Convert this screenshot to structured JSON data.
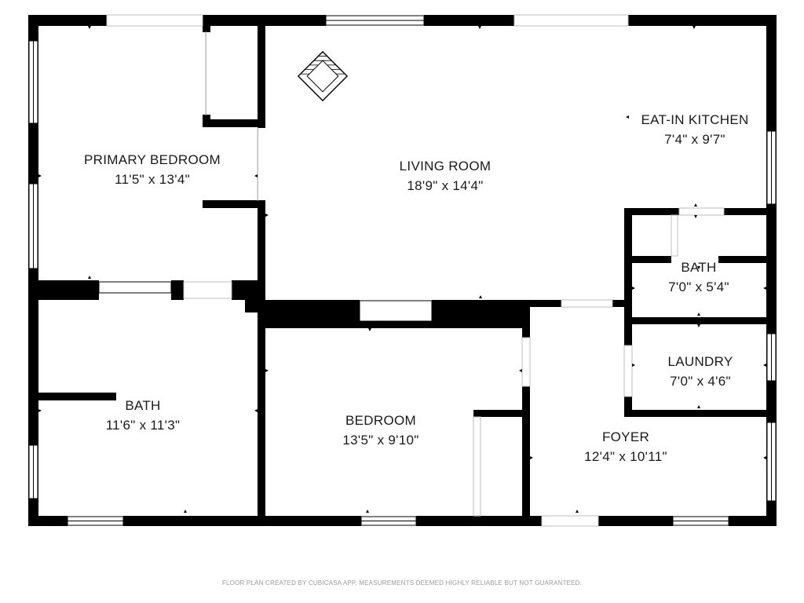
{
  "rooms": {
    "primary_bedroom": {
      "name": "PRIMARY BEDROOM",
      "dimensions": "11'5\" x 13'4\""
    },
    "living_room": {
      "name": "LIVING ROOM",
      "dimensions": "18'9\" x 14'4\""
    },
    "eat_in_kitchen": {
      "name": "EAT-IN KITCHEN",
      "dimensions": "7'4\" x 9'7\""
    },
    "bath_small": {
      "name": "BATH",
      "dimensions": "7'0\" x 5'4\""
    },
    "laundry": {
      "name": "LAUNDRY",
      "dimensions": "7'0\" x 4'6\""
    },
    "bath_large": {
      "name": "BATH",
      "dimensions": "11'6\" x 11'3\""
    },
    "bedroom": {
      "name": "BEDROOM",
      "dimensions": "13'5\" x 9'10\""
    },
    "foyer": {
      "name": "FOYER",
      "dimensions": "12'4\" x 10'11\""
    }
  },
  "footer": {
    "disclaimer": "FLOOR PLAN CREATED BY CUBICASA APP. MEASUREMENTS DEEMED HIGHLY RELIABLE BUT NOT GUARANTEED."
  },
  "icons": {
    "fireplace": "fireplace-icon"
  },
  "colors": {
    "wall": "#000000",
    "background": "#ffffff",
    "footer_text": "#9a9a9a"
  }
}
